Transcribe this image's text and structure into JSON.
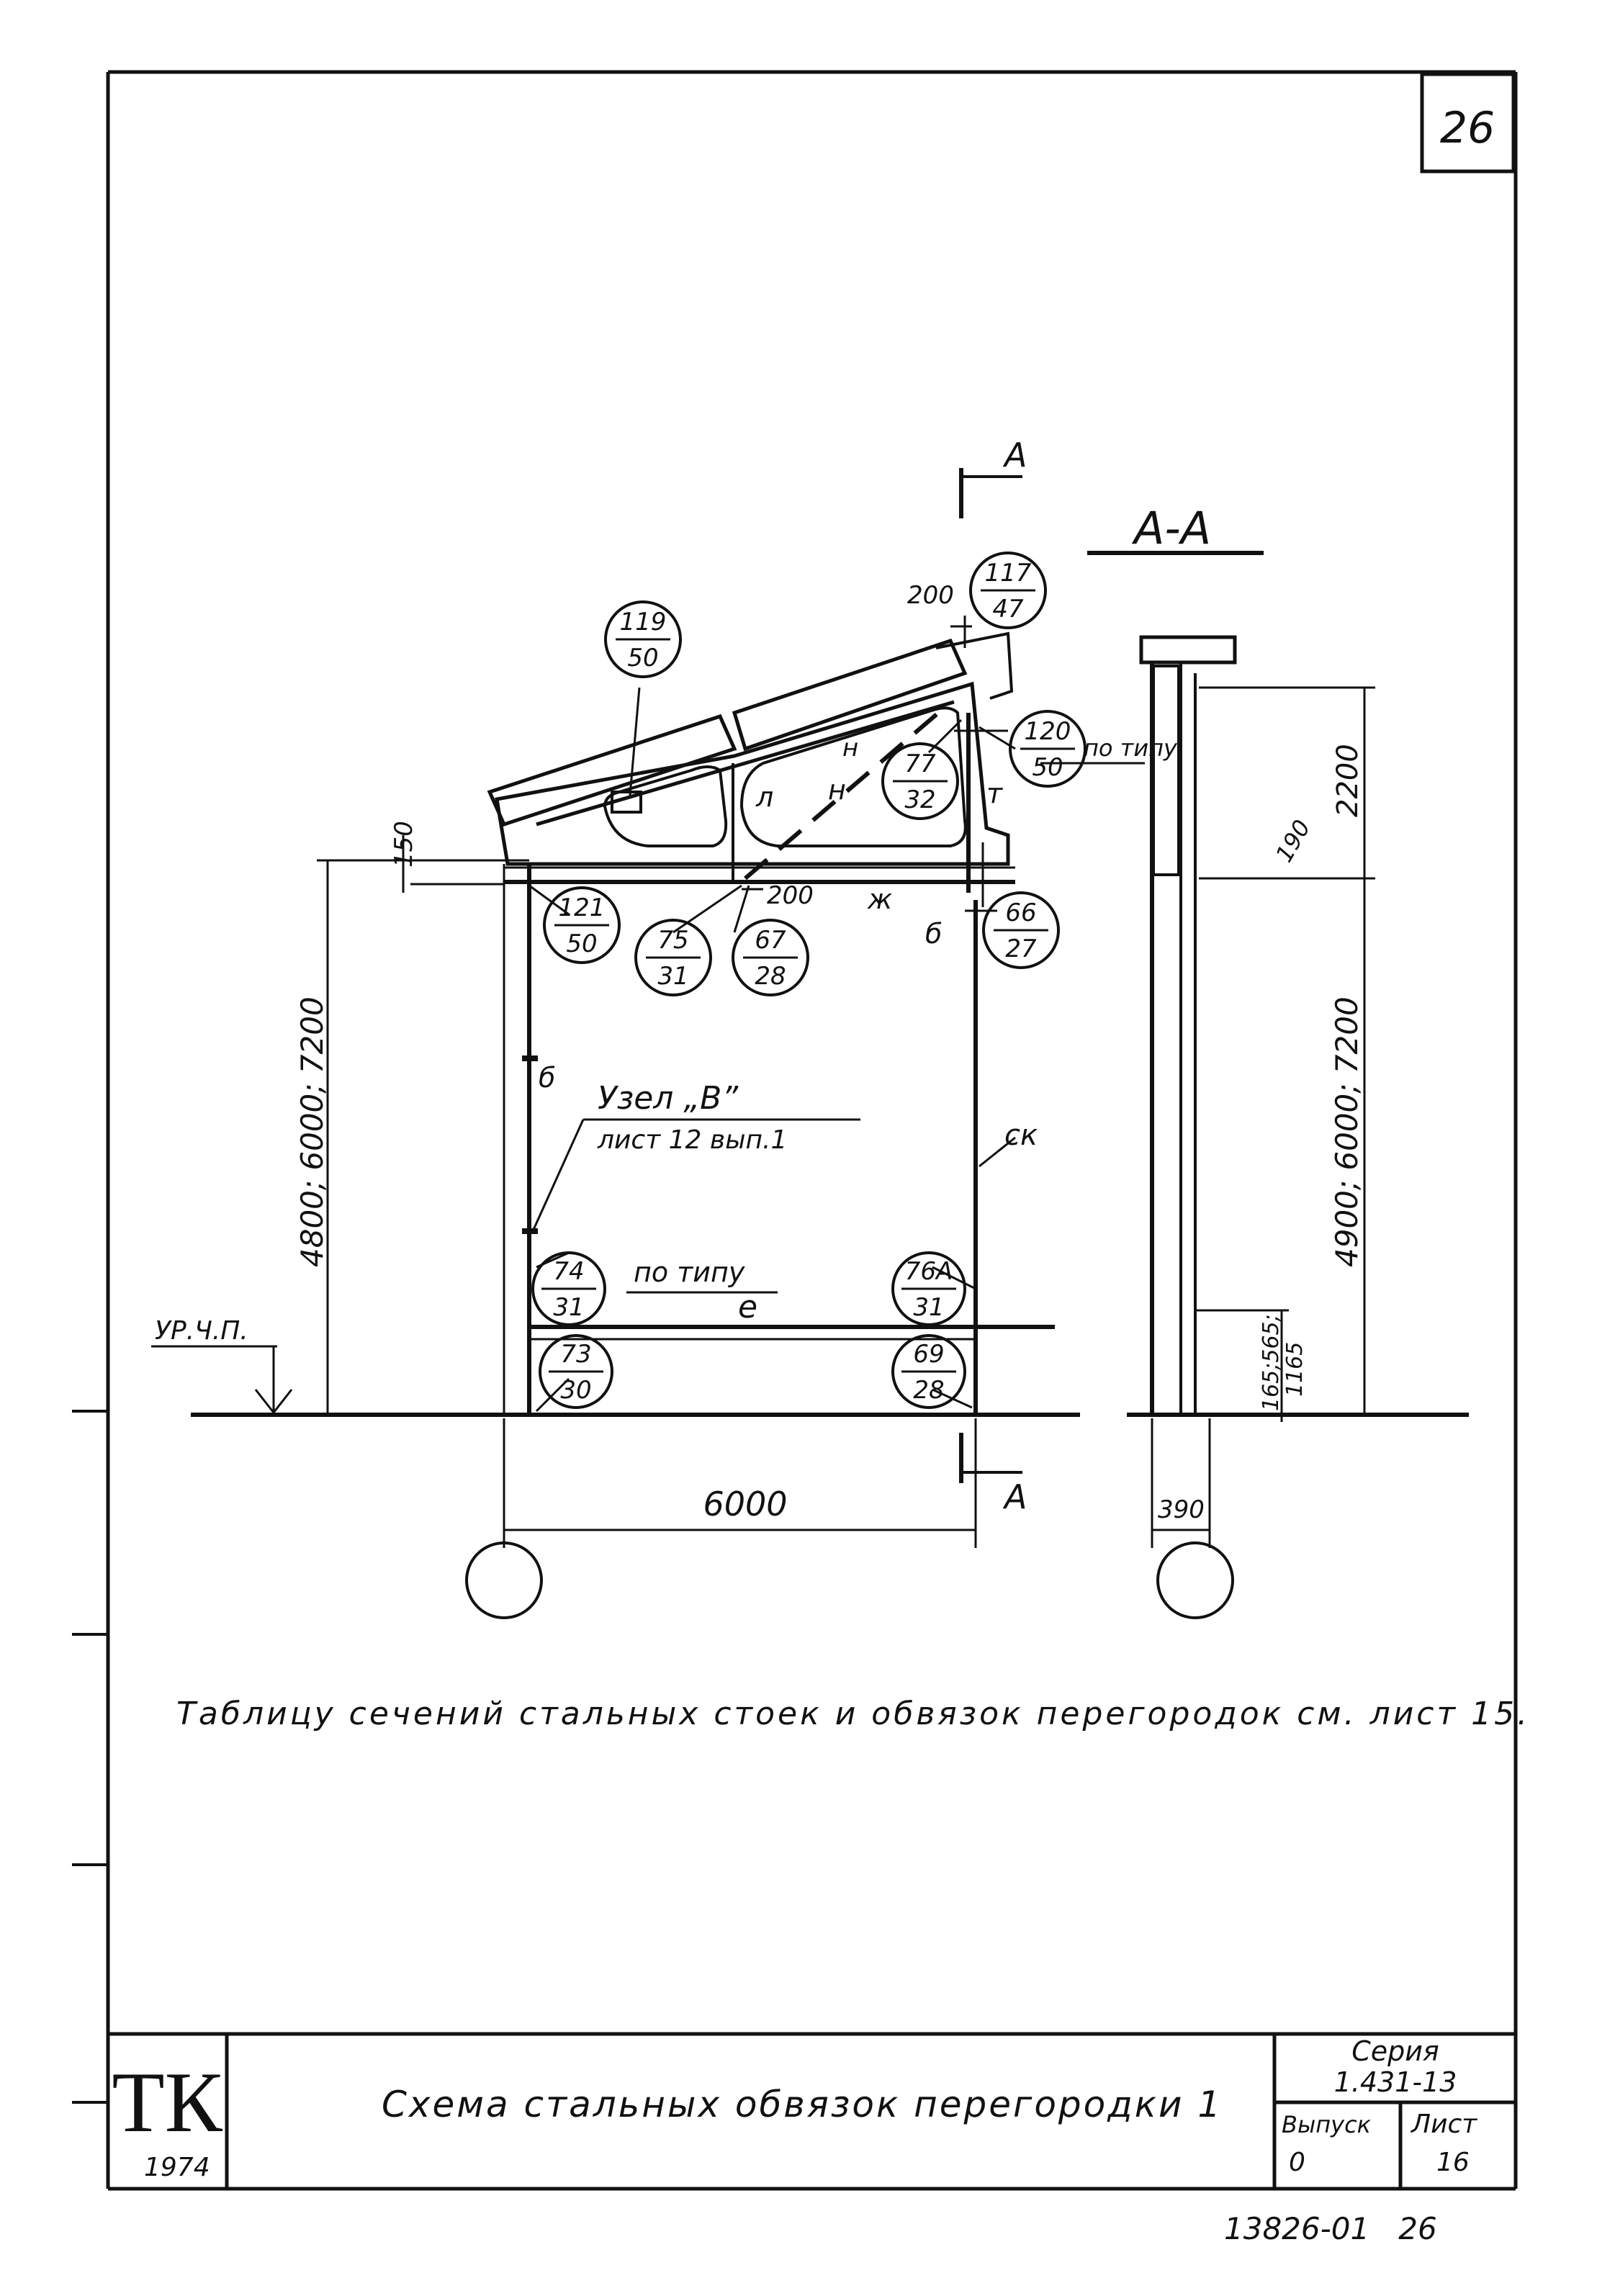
{
  "sheet": {
    "page_number": "26",
    "section_mark": "А",
    "section_title": "А-А",
    "note": "Таблицу сечений стальных стоек и обвязок перегородок см. лист 15.",
    "archive_number": "13826-01   26"
  },
  "elevation": {
    "dimension_150": "150",
    "dimension_200_top": "200",
    "dimension_200_mid": "200",
    "height_label": "4800; 6000; 7200",
    "span_label": "6000",
    "floor_level": "УР.Ч.П.",
    "node_title": "Узел „В”",
    "node_ref": "лист 12 вып.1",
    "by_type_1": "по типу",
    "by_type_2": "по типу",
    "letters": {
      "l": "л",
      "n": "н",
      "n2": "н",
      "t": "т",
      "zh": "ж",
      "b": "б",
      "b2": "б",
      "sk": "ск",
      "e": "е"
    }
  },
  "callouts": [
    {
      "id": "119-50",
      "top": "119",
      "bottom": "50"
    },
    {
      "id": "117-47",
      "top": "117",
      "bottom": "47"
    },
    {
      "id": "120-50",
      "top": "120",
      "bottom": "50"
    },
    {
      "id": "77-32",
      "top": "77",
      "bottom": "32"
    },
    {
      "id": "121-50",
      "top": "121",
      "bottom": "50"
    },
    {
      "id": "75-31",
      "top": "75",
      "bottom": "31"
    },
    {
      "id": "67-28",
      "top": "67",
      "bottom": "28"
    },
    {
      "id": "66-27",
      "top": "66",
      "bottom": "27"
    },
    {
      "id": "74-31",
      "top": "74",
      "bottom": "31"
    },
    {
      "id": "76A-31",
      "top": "76А",
      "bottom": "31"
    },
    {
      "id": "73-30",
      "top": "73",
      "bottom": "30"
    },
    {
      "id": "69-28",
      "top": "69",
      "bottom": "28"
    }
  ],
  "section": {
    "dimension_2200": "2200",
    "dimension_190": "190",
    "height_label": "4900; 6000; 7200",
    "dimension_165": "165;565;",
    "dimension_1165": "1165",
    "dimension_390": "390"
  },
  "title_block": {
    "logo": "ТК",
    "year": "1974",
    "title": "Схема стальных обвязок перегородки 1",
    "series_label": "Серия",
    "series_value": "1.431-13",
    "issue_label": "Выпуск",
    "issue_value": "0",
    "sheet_label": "Лист",
    "sheet_value": "16"
  }
}
